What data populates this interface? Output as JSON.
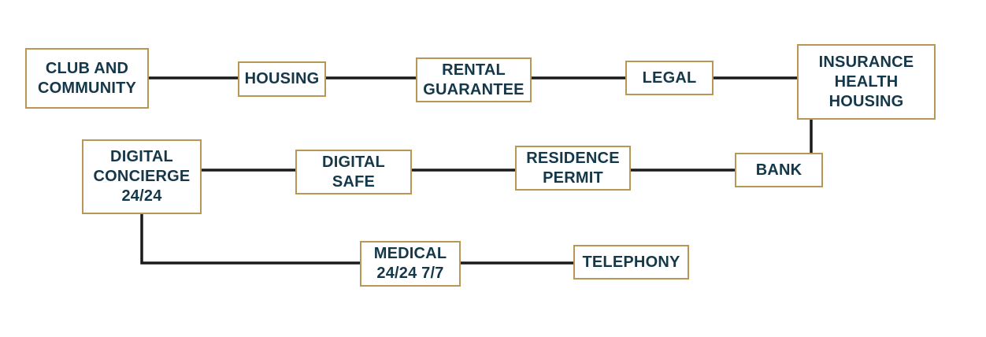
{
  "colors": {
    "box_border": "#b89656",
    "box_text": "#14384a",
    "connector": "#1a1a1a",
    "background": "#ffffff"
  },
  "nodes": {
    "club_community": "CLUB AND\nCOMMUNITY",
    "housing": "HOUSING",
    "rental_guarantee": "RENTAL\nGUARANTEE",
    "legal": "LEGAL",
    "insurance": "INSURANCE\nHEALTH\nHOUSING",
    "bank": "BANK",
    "residence_permit": "RESIDENCE\nPERMIT",
    "digital_safe": "DIGITAL\nSAFE",
    "digital_concierge": "DIGITAL\nCONCIERGE\n24/24",
    "medical": "MEDICAL\n24/24 7/7",
    "telephony": "TELEPHONY"
  }
}
